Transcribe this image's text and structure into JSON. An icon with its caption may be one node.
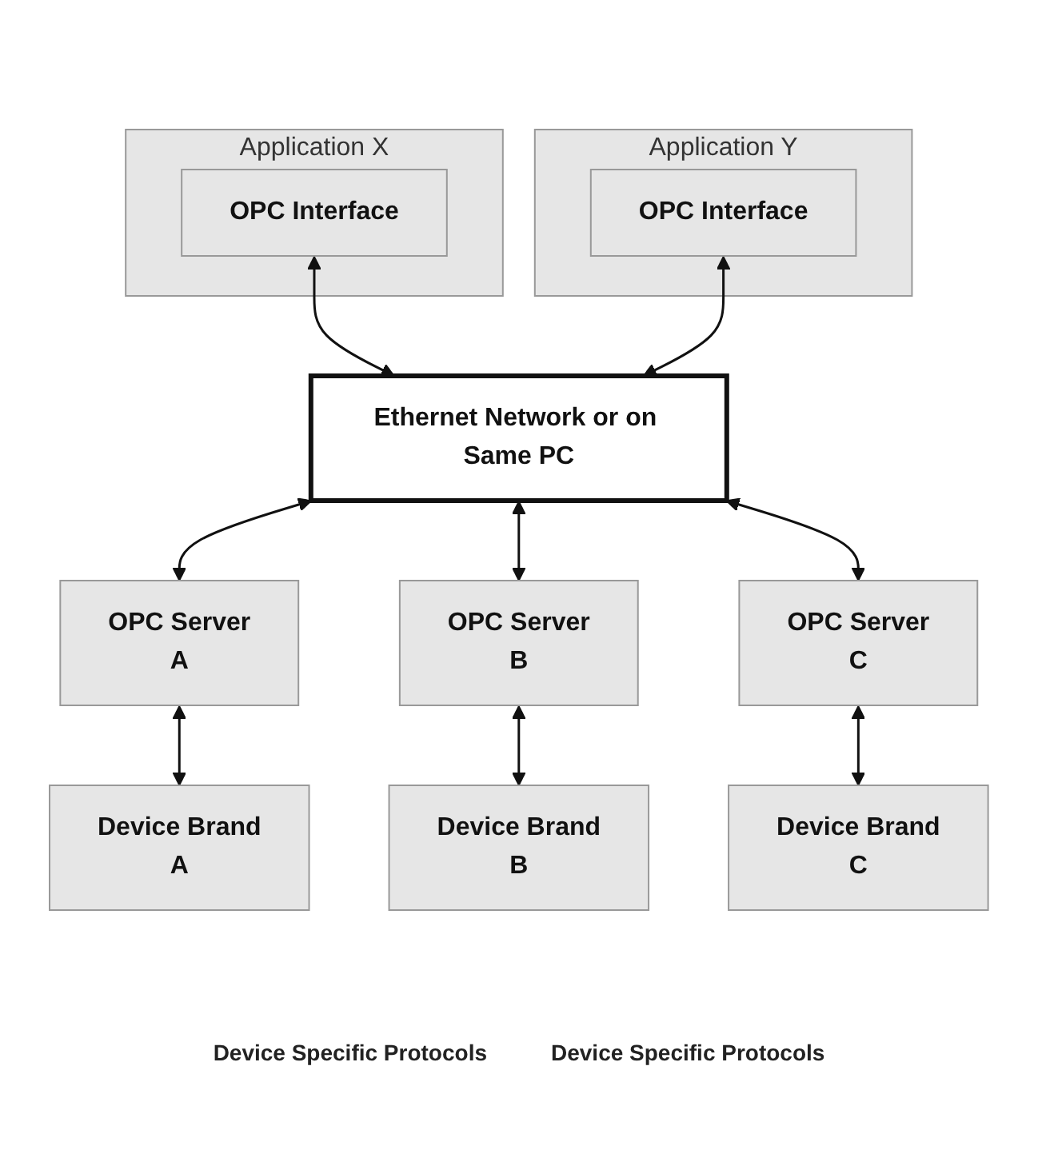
{
  "diagram": {
    "nodes": [
      {
        "text": [
          "Application X"
        ]
      },
      {
        "text": [
          "OPC Interface"
        ],
        "in": 0
      },
      {
        "text": [
          "Application Y"
        ]
      },
      {
        "text": [
          "OPC Interface"
        ],
        "in": 2
      },
      {
        "text": [
          "Ethernet Network or on Same PC"
        ]
      },
      {
        "text": [
          "OPC Server",
          "A"
        ]
      },
      {
        "text": [
          "OPC Server",
          "B"
        ]
      },
      {
        "text": [
          "OPC Server",
          "C"
        ]
      },
      {
        "text": [
          "Device Brand",
          "A"
        ]
      },
      {
        "text": [
          "Device Brand",
          "B"
        ]
      },
      {
        "text": [
          "Device Brand",
          "C"
        ]
      }
    ],
    "edges": [
      {
        "from": 1,
        "to": 4,
        "arrow": "both"
      },
      {
        "from": 3,
        "to": 4,
        "arrow": "both"
      },
      {
        "from": 4,
        "to": 5,
        "arrow": "both"
      },
      {
        "from": 4,
        "to": 6,
        "arrow": "both"
      },
      {
        "from": 4,
        "to": 7,
        "arrow": "both"
      },
      {
        "from": 5,
        "to": 8,
        "arrow": "both"
      },
      {
        "from": 6,
        "to": 9,
        "arrow": "both"
      },
      {
        "from": 7,
        "to": 10,
        "arrow": "both"
      }
    ],
    "labels": [
      "Device Specific Protocols",
      "Device Specific Protocols"
    ]
  }
}
